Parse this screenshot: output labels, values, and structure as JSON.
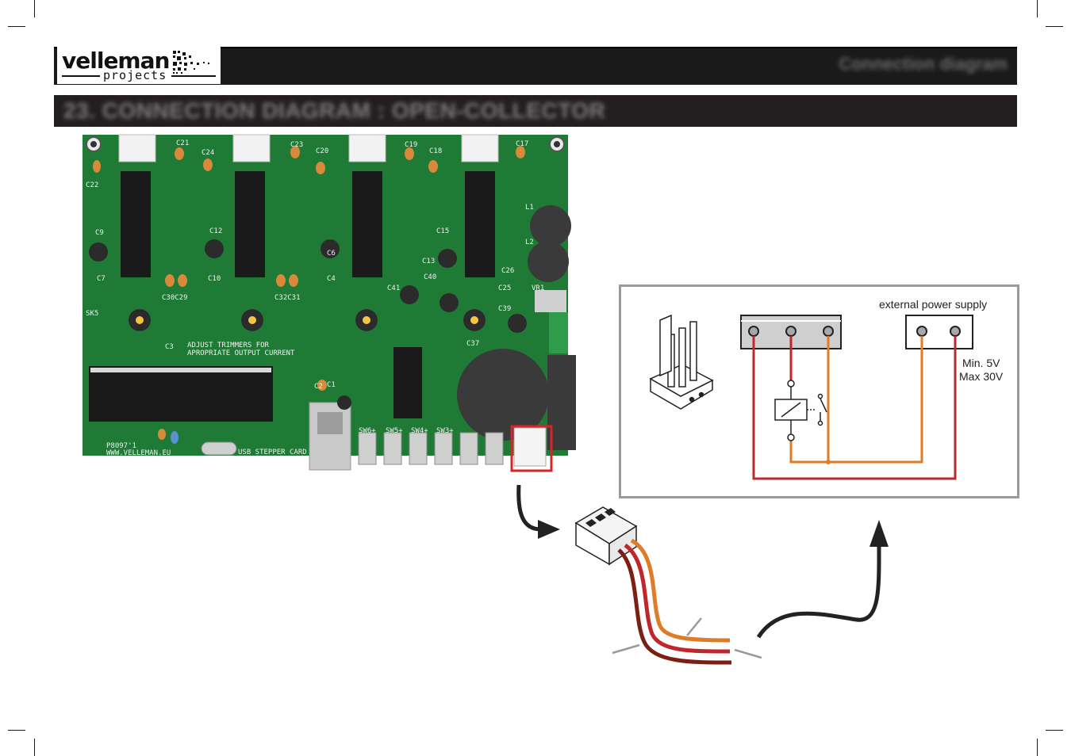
{
  "header": {
    "brand": "velleman",
    "brand_sub": "projects",
    "right_title": "Connection diagram"
  },
  "section": {
    "title": "23. CONNECTION DIAGRAM : OPEN-COLLECTOR"
  },
  "pcb": {
    "labels": {
      "c21": "C21",
      "c24": "C24",
      "c23": "C23",
      "c20": "C20",
      "c19": "C19",
      "c18": "C18",
      "c17": "C17",
      "c22": "C22",
      "c9": "C9",
      "c7": "C7",
      "c12": "C12",
      "c10": "C10",
      "c6": "C6",
      "c4": "C4",
      "c15": "C15",
      "c13": "C13",
      "c40": "C40",
      "c41": "C41",
      "c37": "C37",
      "c39": "C39",
      "c25": "C25",
      "c26": "C26",
      "c3": "C3",
      "c1": "C1",
      "c2": "C2",
      "c30c29": "C30C29",
      "c32c31": "C32C31",
      "l1": "L1",
      "l2": "L2",
      "vr1": "VR1",
      "sk5": "SK5",
      "adjust_1": "ADJUST TRIMMERS FOR",
      "adjust_2": "APROPRIATE OUTPUT CURRENT",
      "code": "P8097'1",
      "website": "WWW.VELLEMAN.EU",
      "card": "USB STEPPER CARD",
      "sw6": "SW6+",
      "sw5": "SW5+",
      "sw4": "SW4+",
      "sw3": "SW3+"
    }
  },
  "diagram": {
    "supply_label": "external power supply",
    "min_label": "Min. 5V",
    "max_label": "Max 30V"
  },
  "colors": {
    "wire_red": "#c0272d",
    "wire_orange": "#e07b27",
    "wire_darkred": "#7a1f12",
    "highlight": "#d8232a",
    "pcb_green": "#1f7a35"
  }
}
